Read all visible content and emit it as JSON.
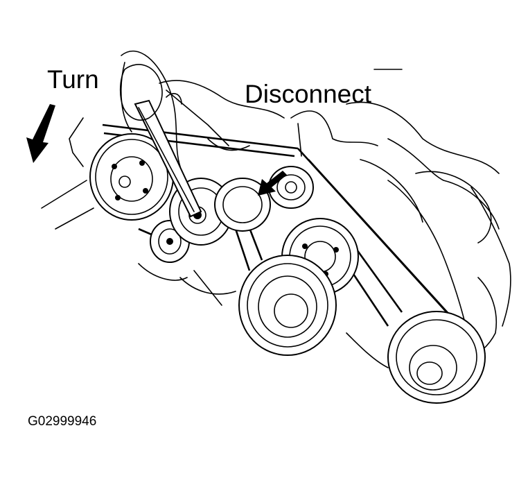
{
  "labels": {
    "turn": "Turn",
    "disconnect": "Disconnect",
    "figure_id": "G02999946"
  },
  "colors": {
    "ink": "#000000",
    "background": "#ffffff"
  },
  "icons": {
    "turn_arrow": "arrow-down-icon",
    "disconnect_arrow": "arrow-down-left-icon"
  }
}
